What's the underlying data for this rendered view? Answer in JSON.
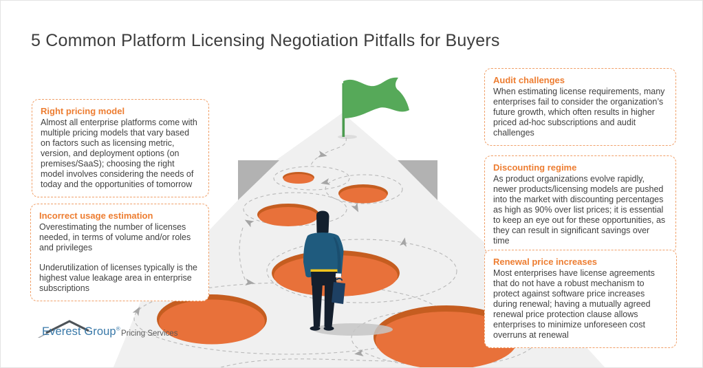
{
  "title": "5 Common Platform Licensing Negotiation Pitfalls for Buyers",
  "colors": {
    "accent_orange": "#ED7D31",
    "card_border": "#F09E66",
    "pothole_fill": "#E8713A",
    "pothole_rim": "#C55D20",
    "road_gray": "#F0F0F0",
    "cliff_gray": "#B2B2B2",
    "flag_green": "#56A959",
    "text_gray": "#3F3F3F",
    "logo_blue": "#3878A8"
  },
  "pitfalls": [
    {
      "heading": "Right pricing model",
      "paragraphs": [
        "Almost all enterprise platforms come with multiple pricing models that vary based on factors such as licensing metric, version, and deployment options (on premises/SaaS); choosing the right model involves considering the needs of today and the opportunities of tomorrow"
      ]
    },
    {
      "heading": "Incorrect usage estimation",
      "paragraphs": [
        "Overestimating the number of licenses needed, in terms of volume and/or roles and privileges",
        "Underutilization of licenses typically is the highest value leakage area in enterprise subscriptions"
      ]
    },
    {
      "heading": "Audit challenges",
      "paragraphs": [
        "When estimating license requirements, many enterprises fail to consider the organization’s future growth, which often results in higher priced ad-hoc subscriptions and audit challenges"
      ]
    },
    {
      "heading": "Discounting regime",
      "paragraphs": [
        "As product organizations evolve rapidly, newer products/licensing models are pushed into the market with discounting percentages as high as 90% over list prices; it is essential to keep an eye out for these opportunities, as they can result in significant savings over time"
      ]
    },
    {
      "heading": "Renewal price increases",
      "paragraphs": [
        "Most enterprises have license agreements that do not have a robust mechanism to protect against software price increases during renewal; having a mutually agreed renewal price protection clause allows enterprises to minimize unforeseen cost overruns at renewal"
      ]
    }
  ],
  "illustration": {
    "scene": "businessman on a gray road with orange potholes, dashed winding path and arrows leading to a green goal flag",
    "icons": [
      "goal-flag-icon",
      "pothole",
      "businessman-figure",
      "path-arrow-icon"
    ],
    "pothole_count": 6
  },
  "logo": {
    "brand": "Everest Group",
    "registered": "®",
    "suffix": "Pricing Services"
  }
}
